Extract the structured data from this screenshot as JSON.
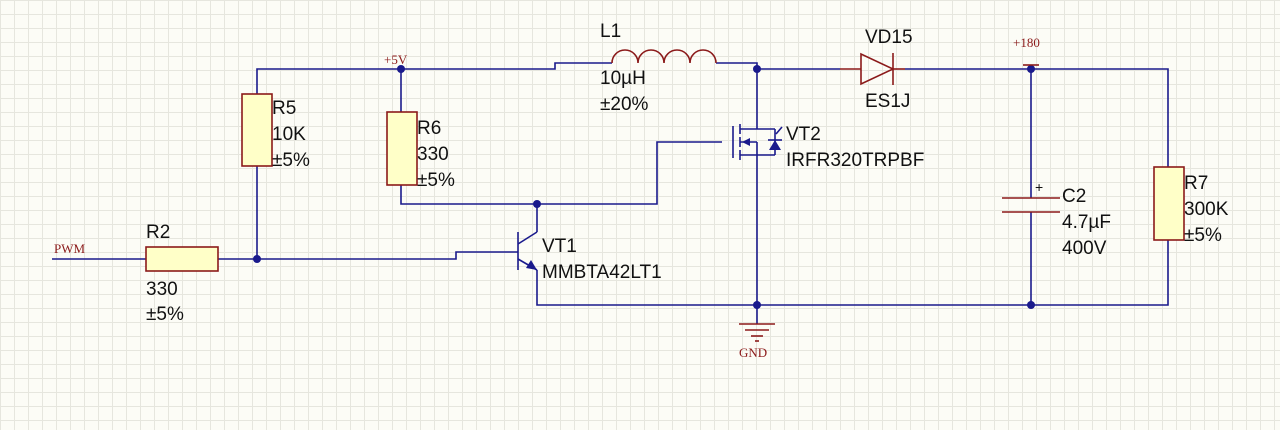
{
  "nets": {
    "pwm": "PWM",
    "v5": "+5V",
    "v180": "+180",
    "gnd": "GND"
  },
  "components": {
    "R2": {
      "ref": "R2",
      "value": "330",
      "tol": "±5%"
    },
    "R5": {
      "ref": "R5",
      "value": "10K",
      "tol": "±5%"
    },
    "R6": {
      "ref": "R6",
      "value": "330",
      "tol": "±5%"
    },
    "L1": {
      "ref": "L1",
      "value": "10µH",
      "tol": "±20%"
    },
    "VD15": {
      "ref": "VD15",
      "part": "ES1J"
    },
    "VT1": {
      "ref": "VT1",
      "part": "MMBTA42LT1"
    },
    "VT2": {
      "ref": "VT2",
      "part": "IRFR320TRPBF"
    },
    "C2": {
      "ref": "C2",
      "value": "4.7µF",
      "voltage": "400V",
      "polarity": "+"
    },
    "R7": {
      "ref": "R7",
      "value": "300K",
      "tol": "±5%"
    }
  },
  "colors": {
    "wire": "#1a1a8c",
    "component": "#8b1a1a",
    "body_fill": "#ffffc8",
    "grid": "#e6e6de"
  }
}
